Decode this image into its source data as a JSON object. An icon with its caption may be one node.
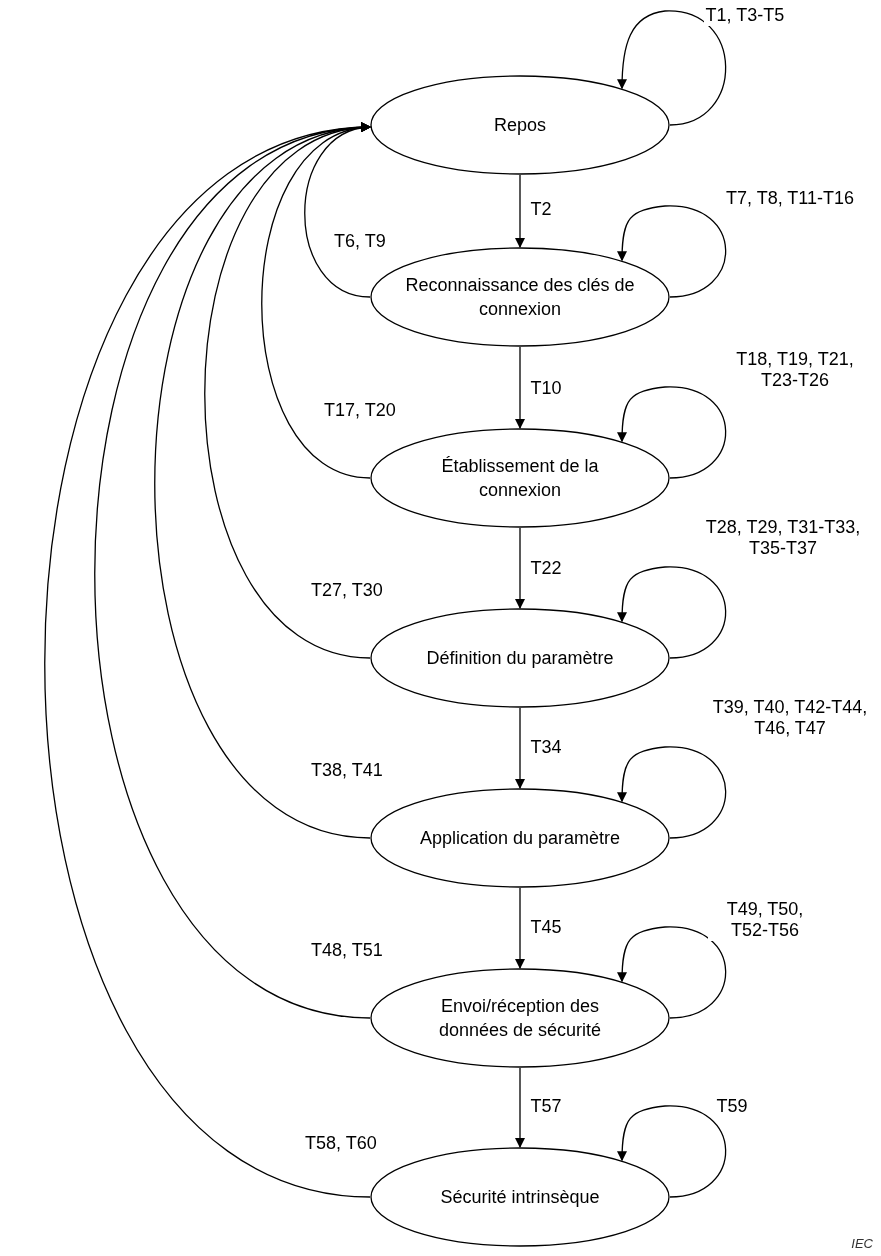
{
  "diagram": {
    "nodes": [
      {
        "text": [
          "Repos"
        ]
      },
      {
        "text": [
          "Reconnaissance des clés de connexion"
        ]
      },
      {
        "text": [
          "Établissement de la connexion"
        ]
      },
      {
        "text": [
          "Définition du paramètre"
        ]
      },
      {
        "text": [
          "Application du paramètre"
        ]
      },
      {
        "text": [
          "Envoi/réception des données de sécurité"
        ]
      },
      {
        "text": [
          "Sécurité intrinsèque"
        ]
      }
    ],
    "edges": [
      {
        "from": 0,
        "to": 0,
        "arrow": "to",
        "label": "T1, T3-T5"
      },
      {
        "from": 0,
        "to": 1,
        "arrow": "to",
        "label": "T2"
      },
      {
        "from": 1,
        "to": 1,
        "arrow": "to",
        "label": "T7, T8, T11-T16"
      },
      {
        "from": 1,
        "to": 0,
        "arrow": "to",
        "label": "T6, T9"
      },
      {
        "from": 1,
        "to": 2,
        "arrow": "to",
        "label": "T10"
      },
      {
        "from": 2,
        "to": 2,
        "arrow": "to",
        "label": "T18, T19, T21, T23-T26"
      },
      {
        "from": 2,
        "to": 0,
        "arrow": "to",
        "label": "T17, T20"
      },
      {
        "from": 2,
        "to": 3,
        "arrow": "to",
        "label": "T22"
      },
      {
        "from": 3,
        "to": 3,
        "arrow": "to",
        "label": "T28, T29, T31-T33, T35-T37"
      },
      {
        "from": 3,
        "to": 0,
        "arrow": "to",
        "label": "T27, T30"
      },
      {
        "from": 3,
        "to": 4,
        "arrow": "to",
        "label": "T34"
      },
      {
        "from": 4,
        "to": 4,
        "arrow": "to",
        "label": "T39, T40, T42-T44, T46, T47"
      },
      {
        "from": 4,
        "to": 0,
        "arrow": "to",
        "label": "T38, T41"
      },
      {
        "from": 4,
        "to": 5,
        "arrow": "to",
        "label": "T45"
      },
      {
        "from": 5,
        "to": 5,
        "arrow": "to",
        "label": "T49, T50, T52-T56"
      },
      {
        "from": 5,
        "to": 0,
        "arrow": "to",
        "label": "T48, T51"
      },
      {
        "from": 5,
        "to": 6,
        "arrow": "to",
        "label": "T57"
      },
      {
        "from": 6,
        "to": 6,
        "arrow": "to",
        "label": "T59"
      },
      {
        "from": 6,
        "to": 0,
        "arrow": "to",
        "label": "T58, T60"
      }
    ],
    "labels": [
      "IEC"
    ]
  }
}
